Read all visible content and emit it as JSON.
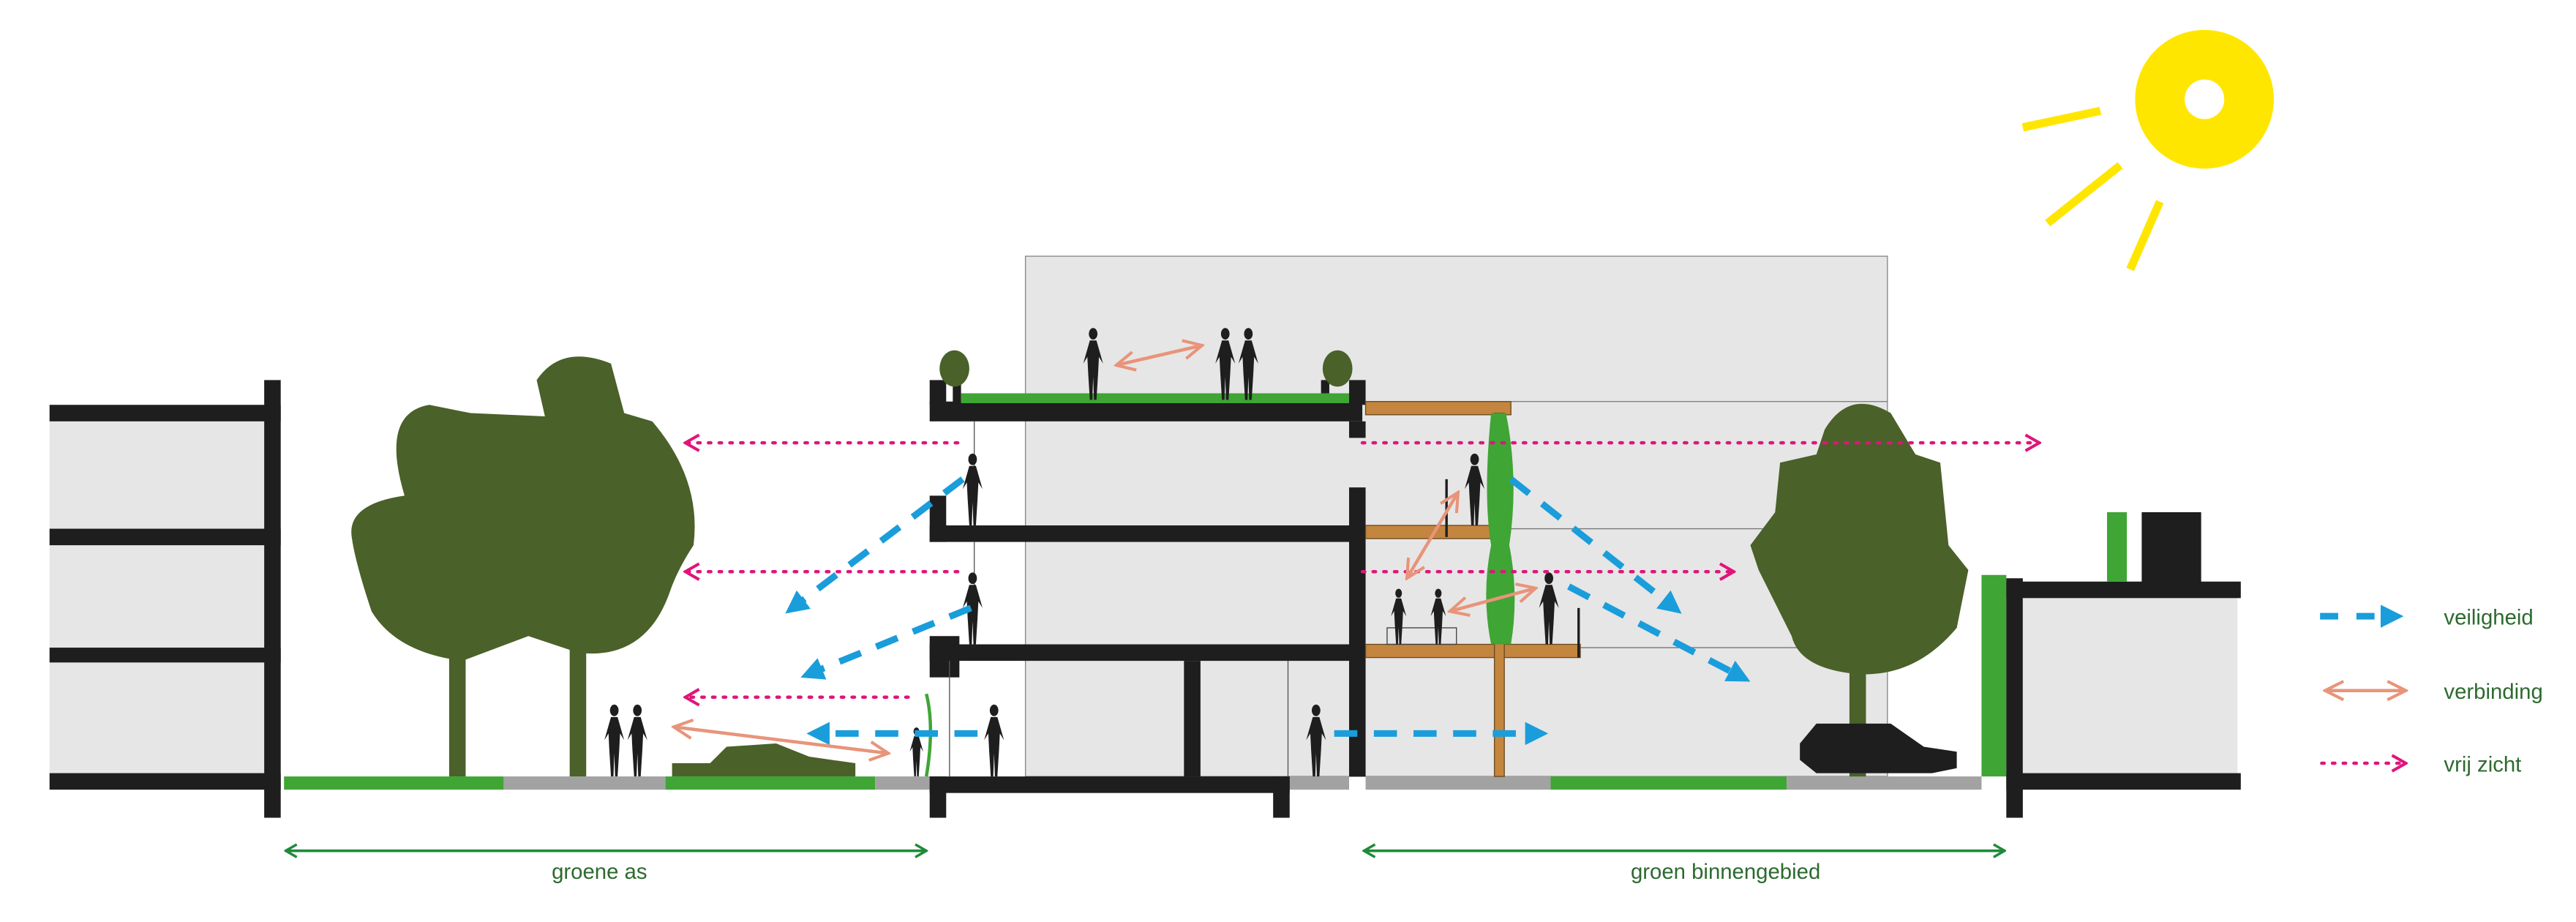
{
  "labels": {
    "green_axis": "groene as",
    "green_interior": "groen binnengebied"
  },
  "legend": [
    {
      "label": "veiligheid",
      "style": "dashed-arrow",
      "color": "#1a9ddb"
    },
    {
      "label": "verbinding",
      "style": "double-arrow",
      "color": "#e8947a"
    },
    {
      "label": "vrij zicht",
      "style": "dotted-arrow",
      "color": "#e0157a"
    }
  ],
  "colors": {
    "structure": "#1e1e1e",
    "tree": "#4a6129",
    "grass": "#3fa535",
    "wood": "#c4853f",
    "sun": "#ffe600",
    "text": "#2d6a2f"
  }
}
